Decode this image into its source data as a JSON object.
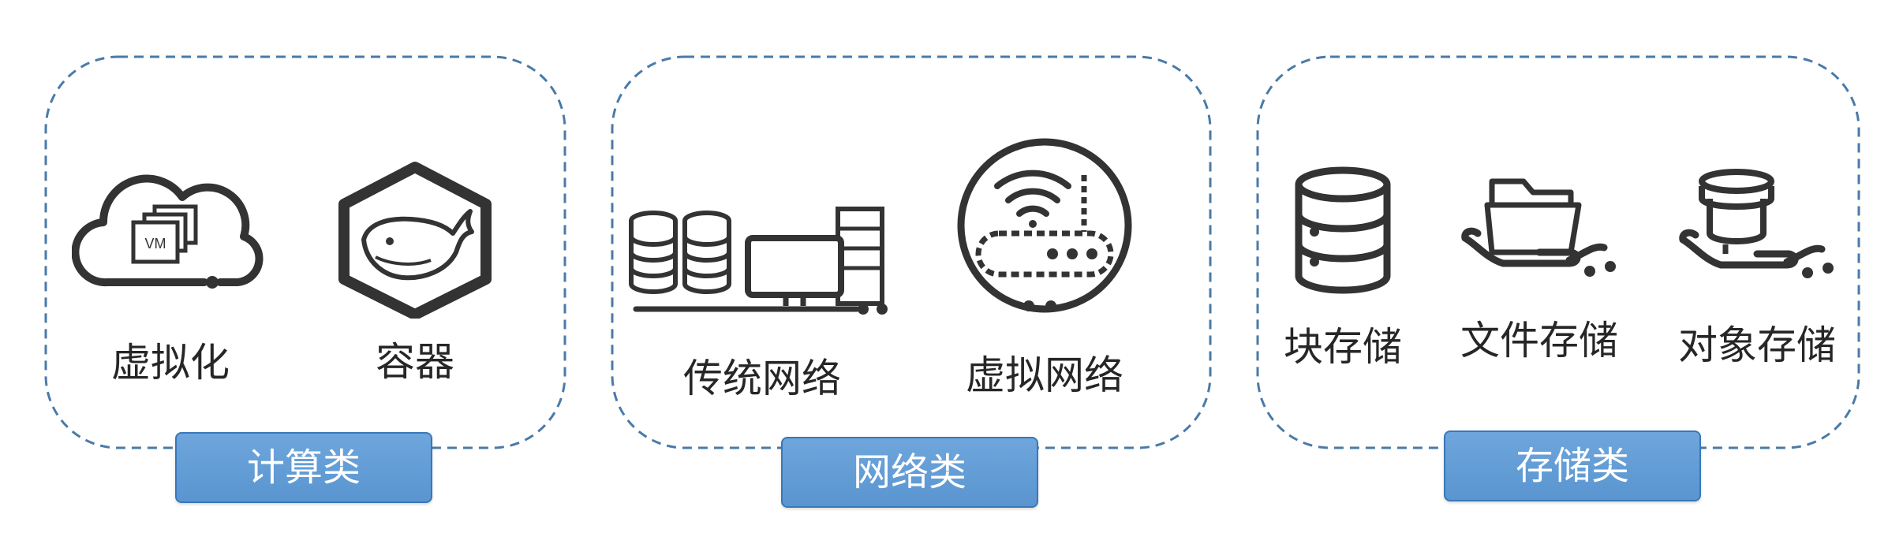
{
  "groups": [
    {
      "label": "计算类",
      "items": [
        {
          "label": "虚拟化",
          "icon": "cloud-vm-icon",
          "icon_text": "VM"
        },
        {
          "label": "容器",
          "icon": "whale-container-icon"
        }
      ]
    },
    {
      "label": "网络类",
      "items": [
        {
          "label": "传统网络",
          "icon": "server-network-icon"
        },
        {
          "label": "虚拟网络",
          "icon": "wifi-router-icon"
        }
      ]
    },
    {
      "label": "存储类",
      "items": [
        {
          "label": "块存储",
          "icon": "database-icon"
        },
        {
          "label": "文件存储",
          "icon": "folder-hand-icon"
        },
        {
          "label": "对象存储",
          "icon": "bucket-hand-icon"
        }
      ]
    }
  ],
  "colors": {
    "frame_border": "#4a7aa8",
    "tag_fill": "#5e9bd5",
    "icon_stroke": "#333333"
  }
}
